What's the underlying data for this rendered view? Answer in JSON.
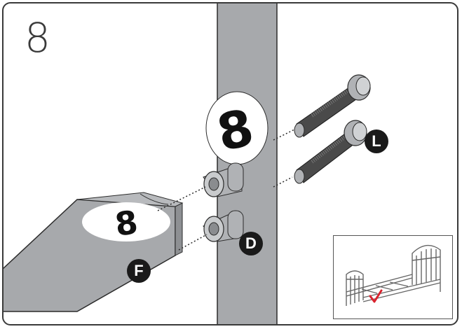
{
  "step": {
    "number": "8"
  },
  "callouts": {
    "bolt": "L",
    "dowel": "D",
    "rail": "F"
  },
  "marks": {
    "post_label": "8",
    "rail_label": "8"
  },
  "colors": {
    "metal": "#a7a9ac",
    "metal_dark": "#8e9093",
    "outline": "#2b2b2b",
    "check": "#d9232e"
  },
  "icons": {
    "inset_check": "checkmark-icon"
  }
}
